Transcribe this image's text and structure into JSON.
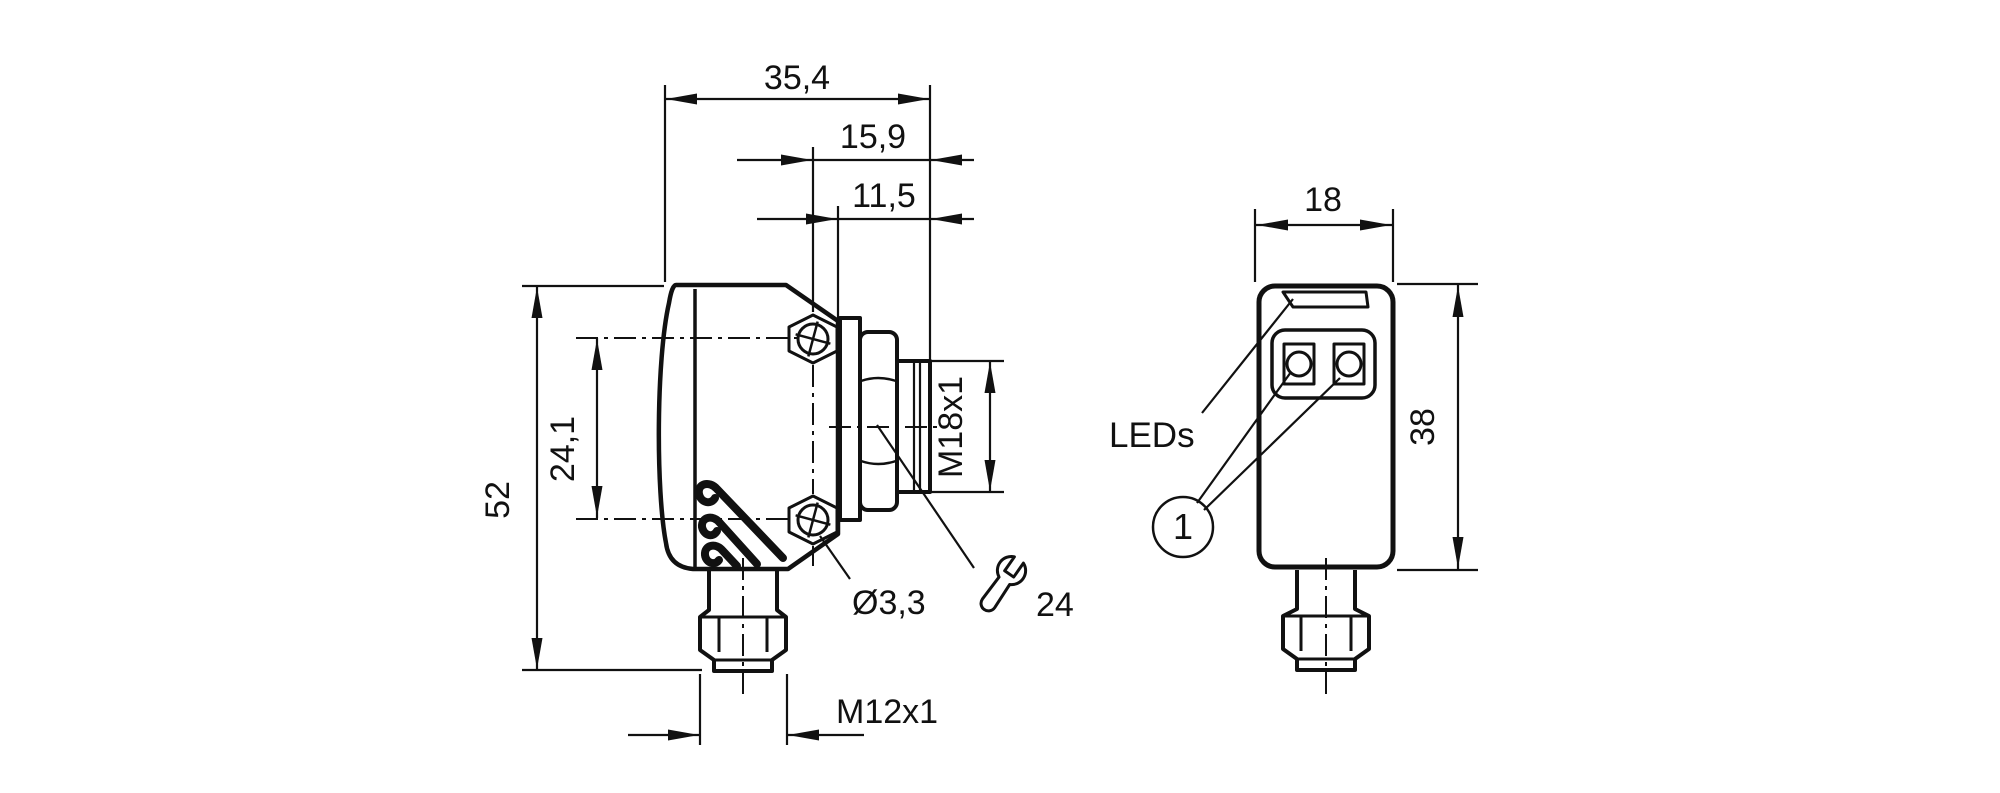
{
  "meta": {
    "background": "#ffffff",
    "ink": "#111111",
    "drawing_type": "sensor dimension drawing, two orthographic views"
  },
  "side_view": {
    "dims": {
      "overall_width": "35,4",
      "axis_to_thread_end": "15,9",
      "thread_protrusion": "11,5",
      "overall_height": "52",
      "mounting_hole_spacing": "24,1",
      "sensor_thread": "M18x1",
      "mounting_hole_diameter": "Ø3,3",
      "wrench_size": "24",
      "connector_thread": "M12x1"
    }
  },
  "front_view": {
    "dims": {
      "width": "18",
      "height": "38"
    },
    "labels": {
      "leds": "LEDs",
      "callout": "1"
    }
  }
}
